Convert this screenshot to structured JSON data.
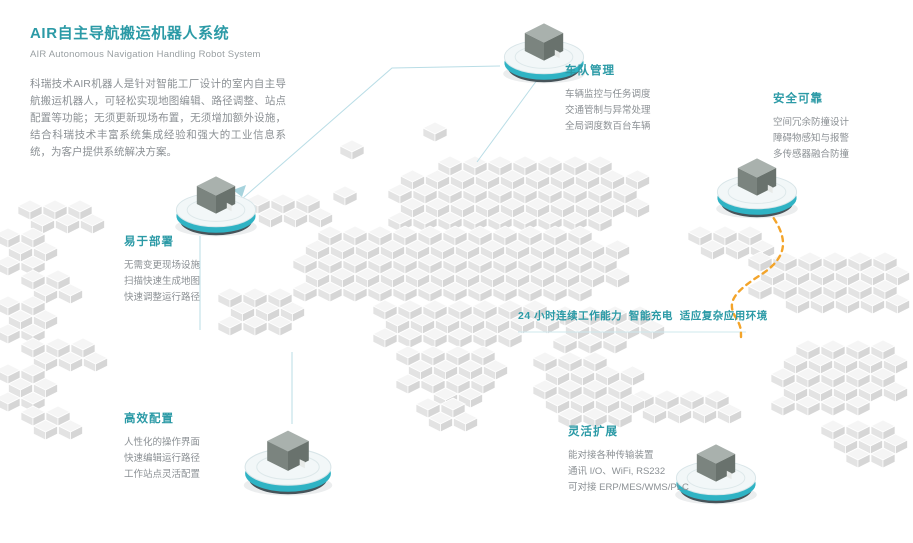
{
  "page": {
    "title": "AIR自主导航搬运机器人系统",
    "subtitle": "AIR Autonomous Navigation Handling Robot System",
    "description": "科瑞技术AIR机器人是针对智能工厂设计的室内自主导航搬运机器人，可轻松实现地图编辑、路径调整、站点配置等功能；无须更新现场布置，无须增加额外设施，结合科瑞技术丰富系统集成经验和强大的工业信息系统，为客户提供系统解决方案。"
  },
  "features": [
    {
      "id": "fleet",
      "title": "车队管理",
      "items": [
        "车辆监控与任务调度",
        "交通管制与异常处理",
        "全局调度数百台车辆"
      ]
    },
    {
      "id": "safety",
      "title": "安全可靠",
      "items": [
        "空间冗余防撞设计",
        "障碍物感知与报警",
        "多传感器融合防撞"
      ]
    },
    {
      "id": "deploy",
      "title": "易于部署",
      "items": [
        "无需变更现场设施",
        "扫描快速生成地图",
        "快速调整运行路径"
      ]
    },
    {
      "id": "config",
      "title": "高效配置",
      "items": [
        "人性化的操作界面",
        "快速编辑运行路径",
        "工作站点灵活配置"
      ]
    },
    {
      "id": "expand",
      "title": "灵活扩展",
      "items": [
        "能对接各种传输装置",
        "通讯 I/O、WiFi, RS232",
        "可对接 ERP/MES/WMS/PLC"
      ]
    }
  ],
  "highlight": "24 小时连续工作能力  智能充电  适应复杂应用环境",
  "colors": {
    "accent": "#2b9aa6",
    "body_text": "#8b9094",
    "connector_line": "#b9dde6",
    "route_orange": "#f3a42a",
    "robot_teal": "#2fb3c4",
    "cube_top": "#f5f5f5"
  }
}
